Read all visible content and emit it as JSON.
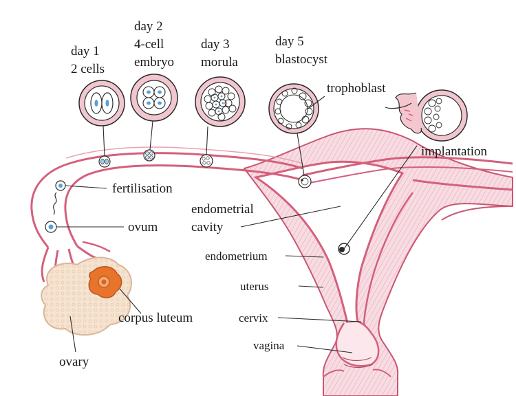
{
  "stages": [
    {
      "day": "day 1",
      "desc": "2 cells"
    },
    {
      "day": "day 2",
      "desc": "4-cell",
      "desc2": "embryo"
    },
    {
      "day": "day 3",
      "desc": "morula"
    },
    {
      "day": "day 5",
      "desc": "blastocyst"
    }
  ],
  "labels": {
    "trophoblast": "trophoblast",
    "implantation": "implantation",
    "fertilisation": "fertilisation",
    "endometrial": "endometrial",
    "cavity": "cavity",
    "ovum": "ovum",
    "endometrium": "endometrium",
    "uterus": "uterus",
    "cervix": "cervix",
    "corpus_luteum": "corpus luteum",
    "vagina": "vagina",
    "ovary": "ovary"
  },
  "colors": {
    "tissue": "#d4607c",
    "tissue_light": "#f1c6cf",
    "ovary": "#f3dcc8",
    "corpus": "#e8742c",
    "nucleus": "#5aa0d6",
    "ink": "#2a2a2a"
  }
}
